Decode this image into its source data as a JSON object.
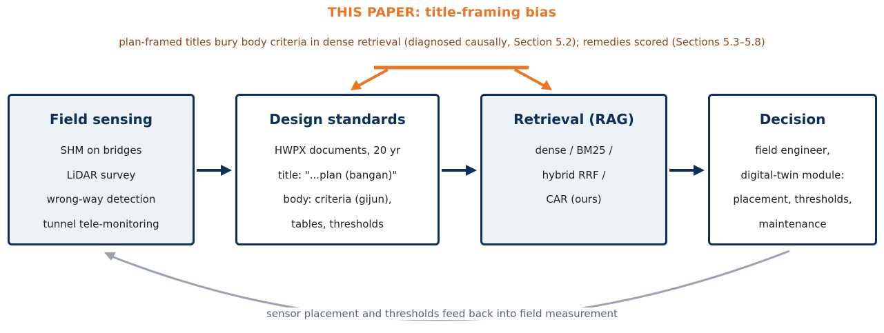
{
  "header": {
    "title": "THIS PAPER: title-framing bias",
    "subtitle": "plan-framed titles bury body criteria in dense retrieval (diagnosed causally, Section 5.2); remedies scored (Sections 5.3–5.8)"
  },
  "boxes": [
    {
      "title": "Field sensing",
      "lines": [
        "SHM on bridges",
        "LiDAR survey",
        "wrong-way detection",
        "tunnel tele-monitoring"
      ],
      "shaded": true
    },
    {
      "title": "Design standards",
      "lines": [
        "HWPX documents, 20 yr",
        "title: \"...plan (bangan)\"",
        "body: criteria (gijun),",
        "tables, thresholds"
      ],
      "shaded": false
    },
    {
      "title": "Retrieval (RAG)",
      "lines": [
        "dense / BM25 /",
        "hybrid RRF /",
        "CAR (ours)"
      ],
      "shaded": true
    },
    {
      "title": "Decision",
      "lines": [
        "field engineer,",
        "digital-twin module:",
        "placement, thresholds,",
        "maintenance"
      ],
      "shaded": false
    }
  ],
  "feedback": {
    "label": "sensor placement and thresholds feed back into field measurement"
  },
  "colors": {
    "accent": "#e8772a",
    "navy": "#0d2f5a",
    "feedback": "#9aa3ae",
    "box_fill": "#edf2f7"
  }
}
